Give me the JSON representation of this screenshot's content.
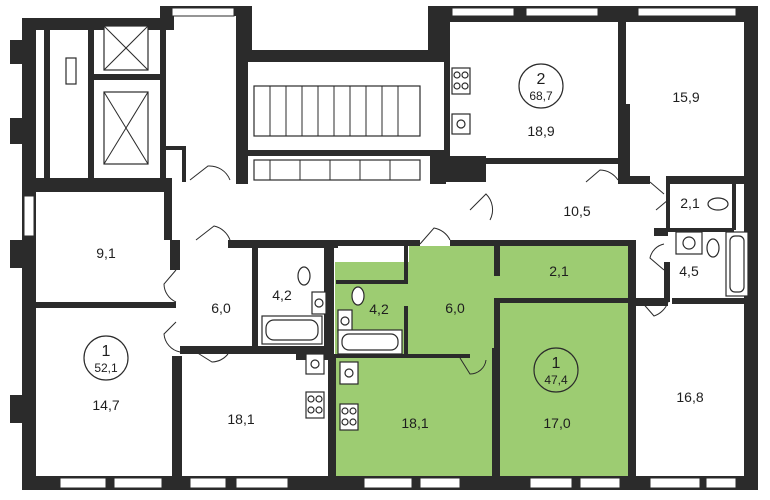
{
  "colors": {
    "highlight": "#9dcc72",
    "wall": "#2b2b2b",
    "background": "#ffffff"
  },
  "apartments": [
    {
      "id": "apt-left",
      "number": "1",
      "total_area": "52,1"
    },
    {
      "id": "apt-top",
      "number": "2",
      "total_area": "68,7"
    },
    {
      "id": "apt-highlight",
      "number": "1",
      "total_area": "47,4"
    }
  ],
  "rooms": {
    "r_9_1": "9,1",
    "r_14_7": "14,7",
    "r_6_0_left": "6,0",
    "r_4_2_left": "4,2",
    "r_18_1_left": "18,1",
    "r_18_9": "18,9",
    "r_15_9": "15,9",
    "r_10_5": "10,5",
    "r_2_1_right": "2,1",
    "r_4_5": "4,5",
    "r_16_8": "16,8",
    "r_4_2_green": "4,2",
    "r_6_0_green": "6,0",
    "r_2_1_green": "2,1",
    "r_18_1_green": "18,1",
    "r_17_0": "17,0"
  }
}
